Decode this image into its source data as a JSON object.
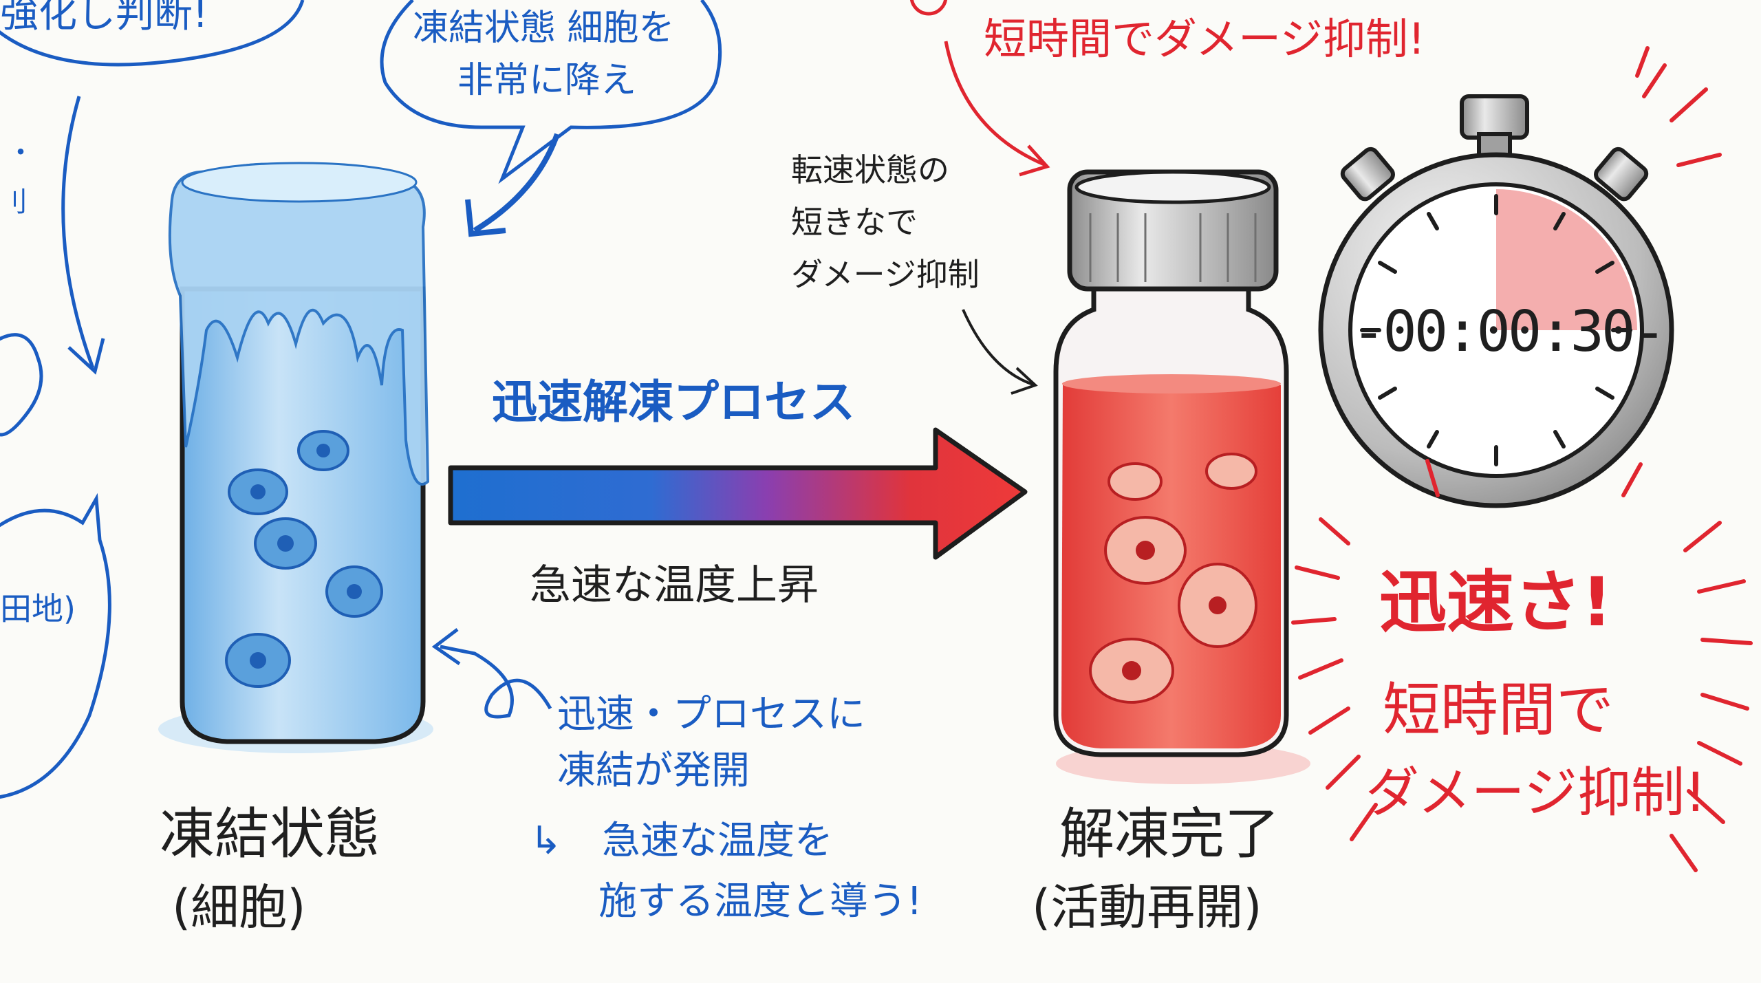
{
  "top_left_bubble": {
    "text": "強化し判断!"
  },
  "top_bubble": {
    "line1": "凍結状態 細胞を",
    "line2": "非常に降え"
  },
  "left_fragments": {
    "dot": "・",
    "char": "刂",
    "paren": "田地)"
  },
  "top_right_note": {
    "text": "短時間でダメージ抑制!"
  },
  "vial_note": {
    "line1": "転速状態の",
    "line2": "短きなで",
    "line3": "ダメージ抑制"
  },
  "process": {
    "title": "迅速解凍プロセス",
    "subtitle": "急速な温度上昇"
  },
  "frozen": {
    "label": "凍結状態",
    "sublabel": "(細胞)"
  },
  "thawed": {
    "label": "解凍完了",
    "sublabel": "(活動再開)"
  },
  "blue_note": {
    "line1": "迅速・プロセスに",
    "line2": "凍結が発開",
    "line3": "急速な温度を",
    "line4": "施する温度と導う!",
    "arrow": "↳"
  },
  "stopwatch": {
    "time": "-00:00:30-",
    "elapsed_fraction": 0.25
  },
  "speed_callout": {
    "line1": "迅速さ!",
    "line2": "短時間で",
    "line3": "ダメージ抑制!"
  },
  "colors": {
    "cold": "#1a5cc2",
    "ice": "#8fc6ec",
    "hot": "#e0252f",
    "liquid": "#ee5550",
    "ink": "#1d1d1d"
  }
}
